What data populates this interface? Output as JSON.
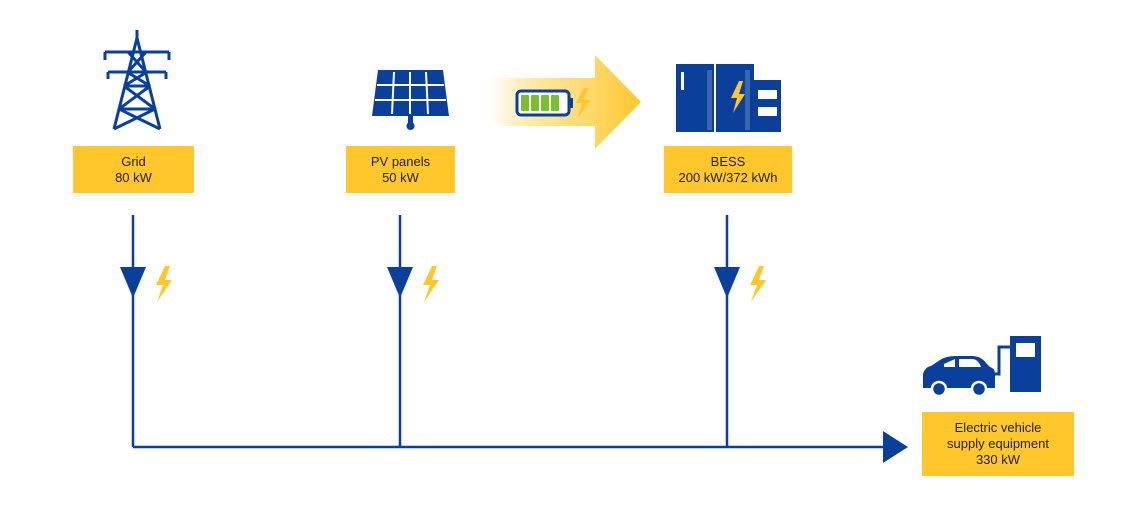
{
  "colors": {
    "blue": "#0b3f9c",
    "yellow": "#ffc72c",
    "text": "#222222"
  },
  "nodes": {
    "grid": {
      "name": "Grid",
      "value": "80 kW",
      "icon": "transmission-tower-icon"
    },
    "pv": {
      "name": "PV panels",
      "value": "50 kW",
      "icon": "solar-panel-icon"
    },
    "bess": {
      "name": "BESS",
      "value": "200 kW/372 kWh",
      "icon": "battery-storage-cabinet-icon"
    },
    "evse": {
      "name_line1": "Electric vehicle",
      "name_line2": "supply equipment",
      "value": "330 kW",
      "icon": "ev-charging-icon"
    }
  },
  "icons": {
    "charge_flow": "battery-charging-arrow-icon",
    "power": "lightning-bolt-icon"
  }
}
